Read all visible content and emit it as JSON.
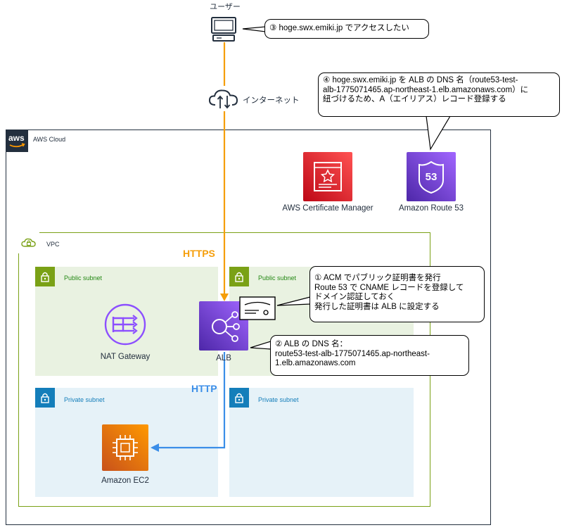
{
  "user": {
    "label": "ユーザー"
  },
  "internet": {
    "label": "インターネット"
  },
  "cloud": {
    "label": "AWS Cloud",
    "logo_text": "aws"
  },
  "vpc": {
    "label": "VPC"
  },
  "subnets": {
    "public_left": "Public subnet",
    "public_right": "Public subnet",
    "private_left": "Private subnet",
    "private_right": "Private subnet"
  },
  "services": {
    "acm": "AWS Certificate Manager",
    "route53": "Amazon Route 53",
    "route53_badge": "53",
    "nat": "NAT Gateway",
    "alb": "ALB",
    "ec2": "Amazon EC2"
  },
  "protocols": {
    "https": "HTTPS",
    "http": "HTTP"
  },
  "callouts": {
    "c3": "③ hoge.swx.emiki.jp でアクセスしたい",
    "c4": [
      "④ hoge.swx.emiki.jp を ALB の DNS 名（route53-test-",
      "alb-1775071465.ap-northeast-1.elb.amazonaws.com）に",
      "紐づけるため、A（エイリアス）レコード登録する"
    ],
    "c1": [
      "① ACM でパブリック証明書を発行",
      "Route 53 で CNAME レコードを登録して",
      "ドメイン認証しておく",
      "発行した証明書は ALB に設定する"
    ],
    "c2": [
      "② ALB の DNS 名：",
      "route53-test-alb-1775071465.ap-northeast-",
      "1.elb.amazonaws.com"
    ]
  },
  "colors": {
    "cloud_border": "#232f3e",
    "vpc_border": "#7aa116",
    "public_subnet_fill": "#e9f2e1",
    "public_subnet_accent": "#7aa116",
    "private_subnet_fill": "#e6f2f8",
    "private_subnet_accent": "#147eba",
    "https_arrow": "#f59e0b",
    "http_arrow": "#3b8ee8",
    "acm": "#dd344c",
    "route53": "#8c4fff",
    "alb": "#8c4fff",
    "ec2": "#ed7100",
    "nat": "#8c4fff"
  }
}
